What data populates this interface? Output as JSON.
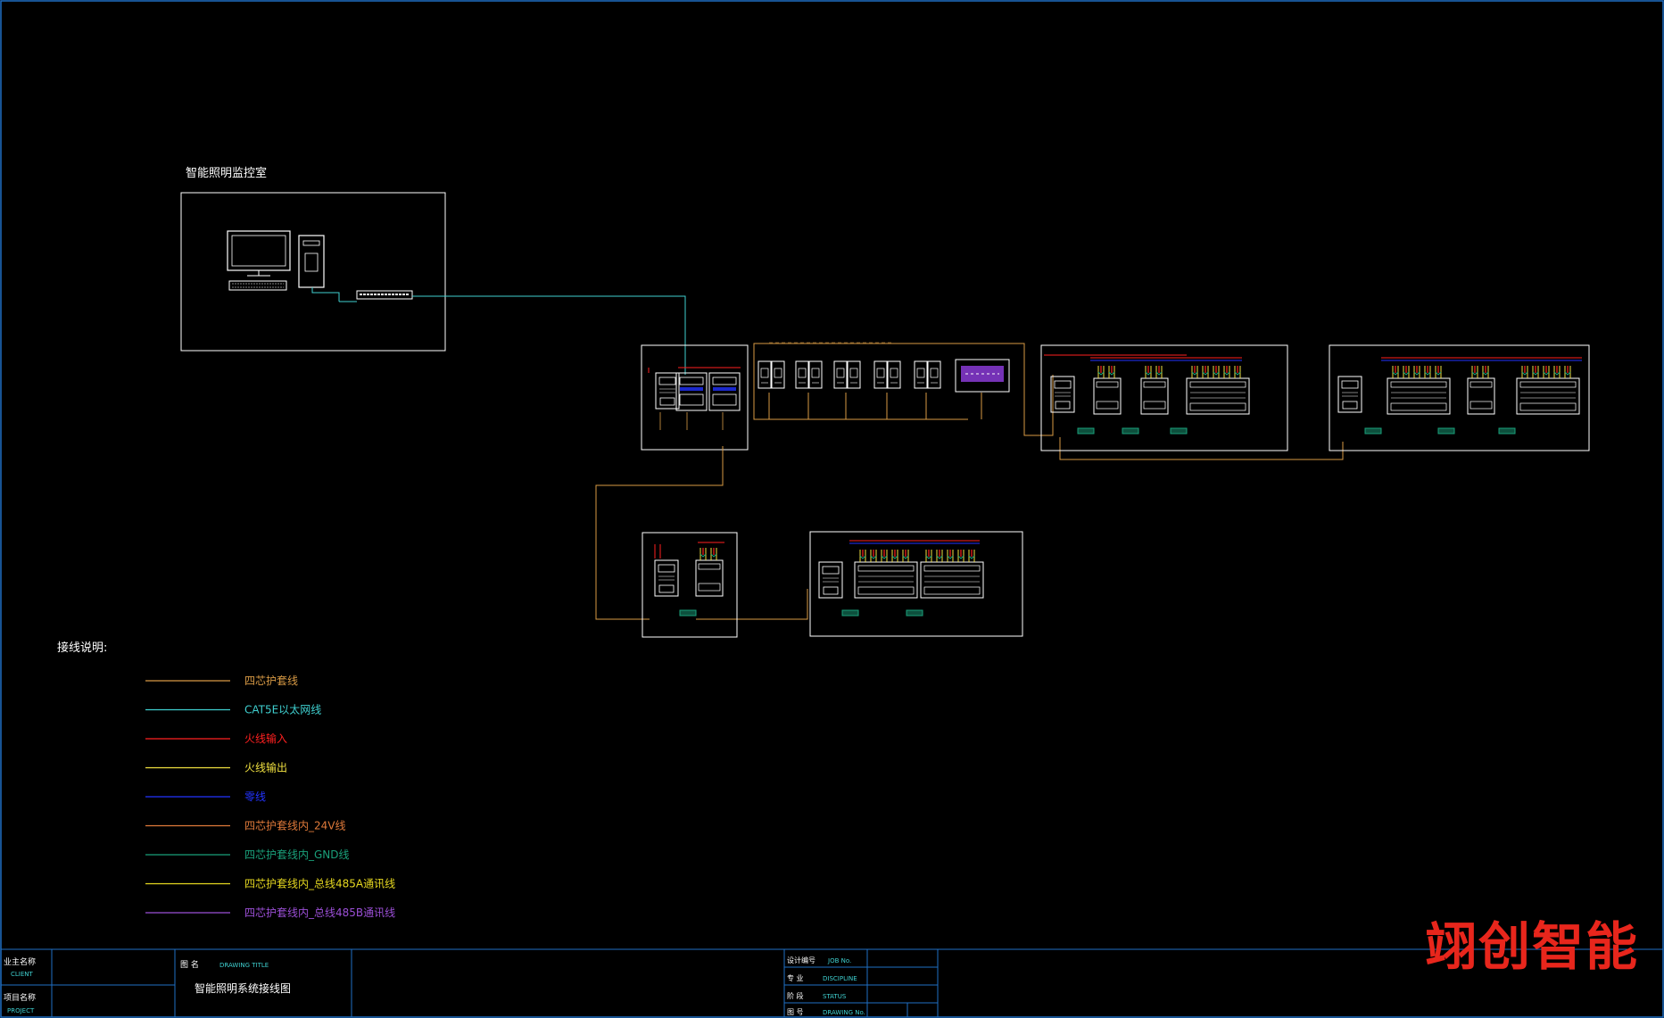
{
  "colors": {
    "frame": "#1f6fc4",
    "box": "#ffffff",
    "cable4": "#d89a45",
    "ethernet": "#3fd0d0",
    "live_in": "#ff2020",
    "live_out": "#f0e040",
    "neutral": "#2233ff",
    "wire24": "#e07a3a",
    "gnd": "#1aa07a",
    "bus_a": "#e6d820",
    "bus_b": "#9b4fd6",
    "brand": "#e8261c"
  },
  "control_room": {
    "title": "智能照明监控室"
  },
  "legend": {
    "title": "接线说明:",
    "items": [
      {
        "label": "四芯护套线",
        "color": "#d89a45"
      },
      {
        "label": "CAT5E以太网线",
        "color": "#3fd0d0"
      },
      {
        "label": "火线输入",
        "color": "#ff2020"
      },
      {
        "label": "火线输出",
        "color": "#f0e040"
      },
      {
        "label": "零线",
        "color": "#2233ff"
      },
      {
        "label": "四芯护套线内_24V线",
        "color": "#e07a3a"
      },
      {
        "label": "四芯护套线内_GND线",
        "color": "#1aa07a"
      },
      {
        "label": "四芯护套线内_总线485A通讯线",
        "color": "#e6d820"
      },
      {
        "label": "四芯护套线内_总线485B通讯线",
        "color": "#9b4fd6"
      }
    ]
  },
  "title_block": {
    "client_cn": "业主名称",
    "client_en": "CLIENT",
    "project_cn": "项目名称",
    "project_en": "PROJECT",
    "drawing_title_cn": "图 名",
    "drawing_title_en": "DRAWING TITLE",
    "drawing_title_value": "智能照明系统接线图",
    "job_no_cn": "设计编号",
    "job_no_en": "JOB No.",
    "discipline_cn": "专 业",
    "discipline_en": "DISCIPLINE",
    "status_cn": "阶 段",
    "status_en": "STATUS",
    "drawing_no_cn": "图 号",
    "drawing_no_en": "DRAWING No."
  },
  "brand": "翊创智能"
}
